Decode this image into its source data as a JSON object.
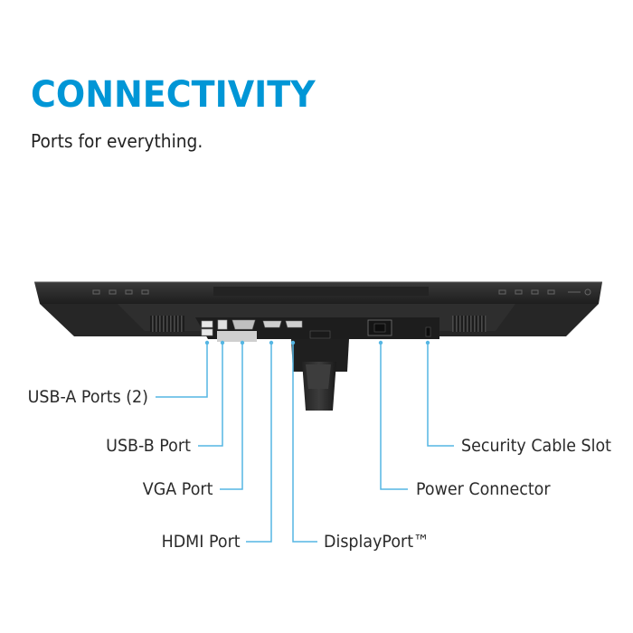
{
  "heading": {
    "title": "CONNECTIVITY",
    "subtitle": "Ports for everything."
  },
  "colors": {
    "accent": "#0096d6",
    "callout_line": "#55b6e3",
    "monitor_body": "#2b2b2b"
  },
  "callouts": {
    "usb_a": "USB-A Ports (2)",
    "usb_b": "USB-B Port",
    "vga": "VGA Port",
    "hdmi": "HDMI Port",
    "displayport": "DisplayPort™",
    "power": "Power Connector",
    "security": "Security Cable Slot"
  }
}
